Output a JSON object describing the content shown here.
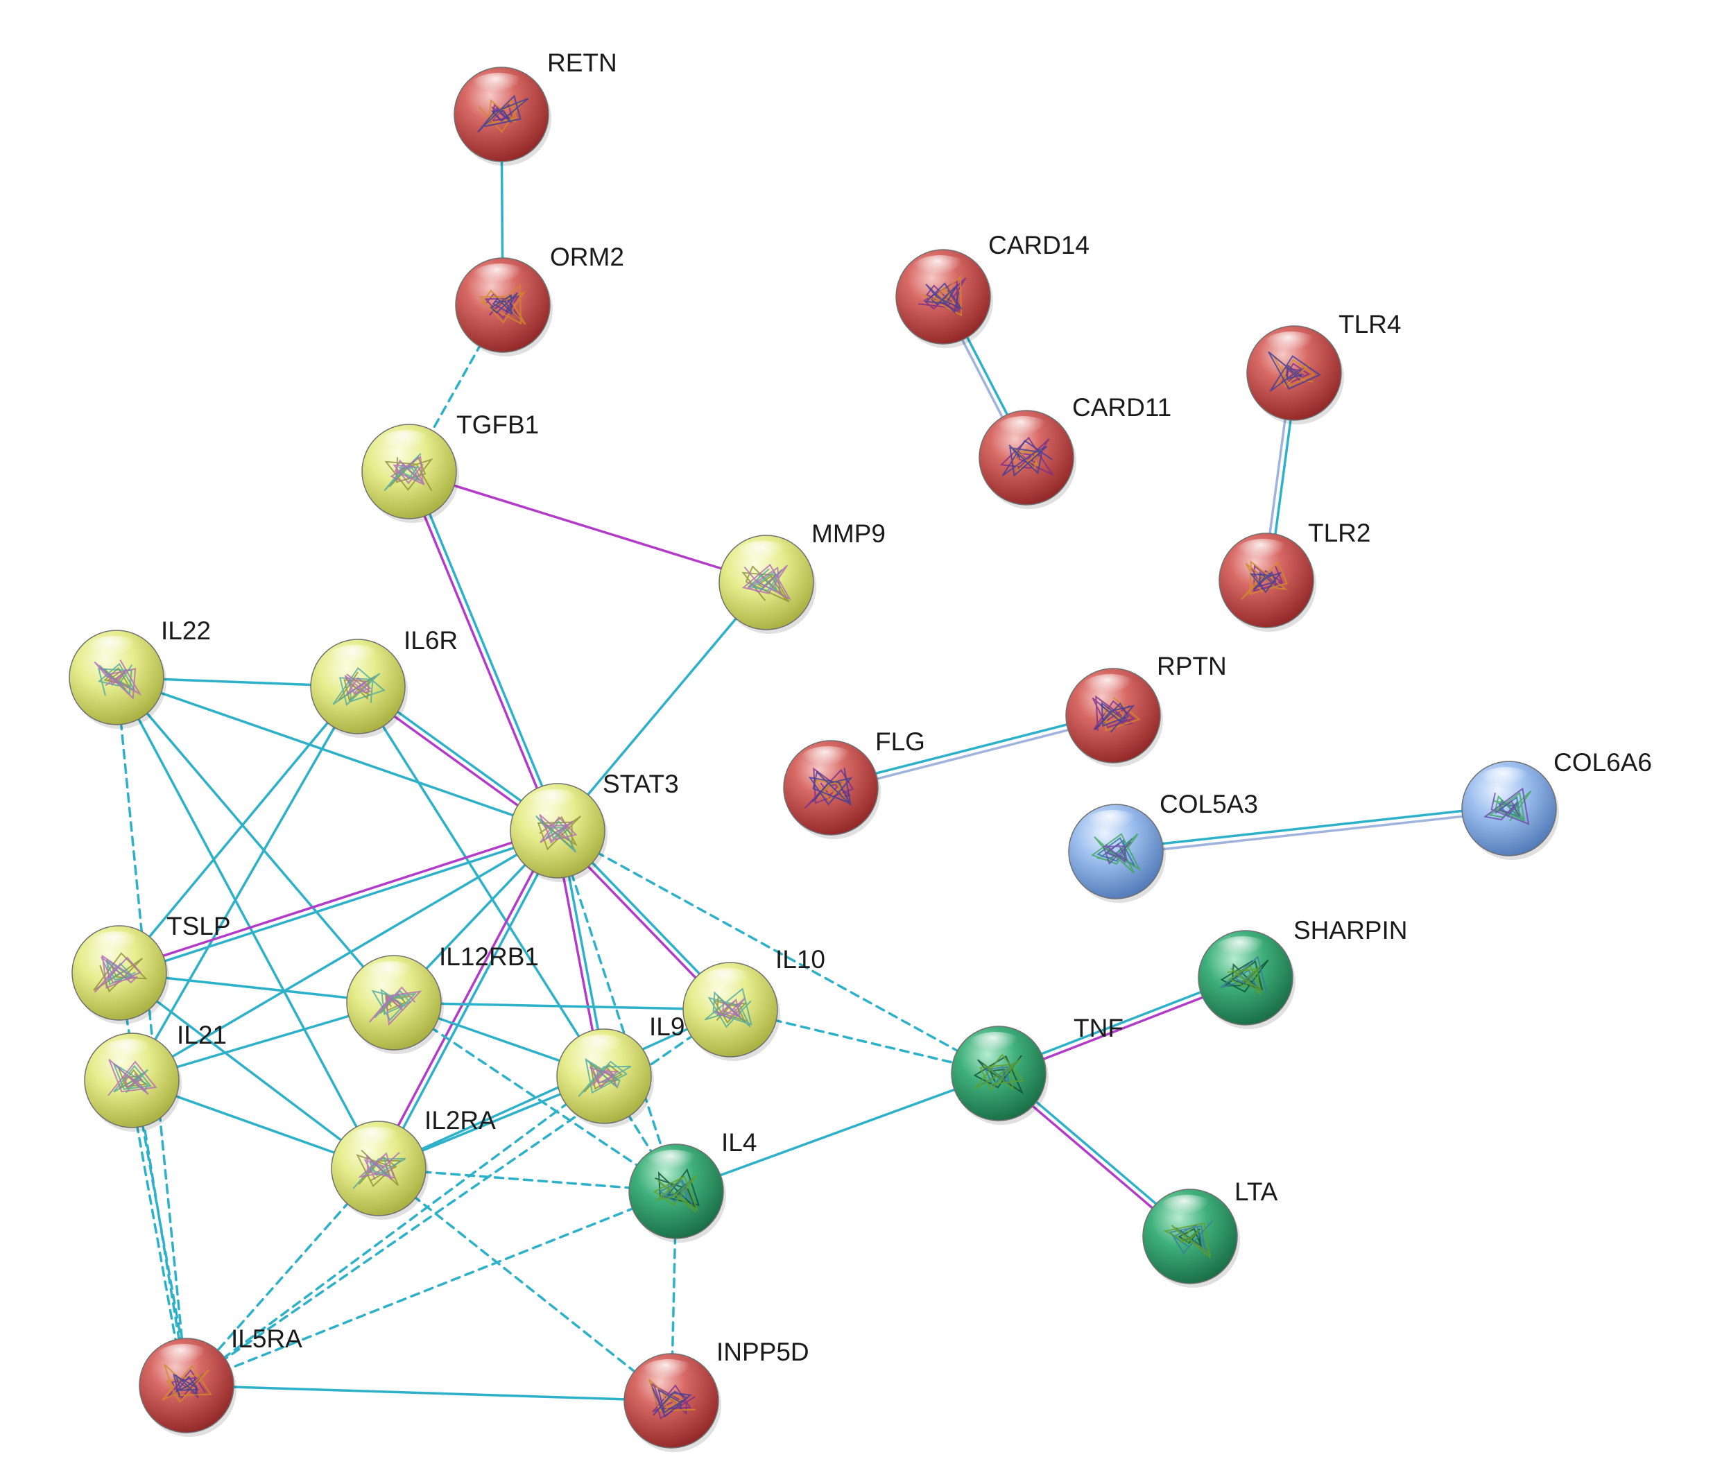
{
  "colors": {
    "red": "#c64545",
    "yellow": "#e3ea80",
    "green": "#2e9c6a",
    "blue": "#86aee6",
    "known_interaction": "#2cb1c9",
    "experimental": "#b23cc8",
    "neighborhood": "#2cb1c9"
  },
  "nodes": [
    {
      "id": "RETN",
      "label": "RETN",
      "color": "red"
    },
    {
      "id": "ORM2",
      "label": "ORM2",
      "color": "red"
    },
    {
      "id": "CARD14",
      "label": "CARD14",
      "color": "red"
    },
    {
      "id": "CARD11",
      "label": "CARD11",
      "color": "red"
    },
    {
      "id": "TLR4",
      "label": "TLR4",
      "color": "red"
    },
    {
      "id": "TLR2",
      "label": "TLR2",
      "color": "red"
    },
    {
      "id": "TGFB1",
      "label": "TGFB1",
      "color": "yellow"
    },
    {
      "id": "MMP9",
      "label": "MMP9",
      "color": "yellow"
    },
    {
      "id": "IL22",
      "label": "IL22",
      "color": "yellow"
    },
    {
      "id": "IL6R",
      "label": "IL6R",
      "color": "yellow"
    },
    {
      "id": "RPTN",
      "label": "RPTN",
      "color": "red"
    },
    {
      "id": "FLG",
      "label": "FLG",
      "color": "red"
    },
    {
      "id": "COL6A6",
      "label": "COL6A6",
      "color": "blue"
    },
    {
      "id": "COL5A3",
      "label": "COL5A3",
      "color": "blue"
    },
    {
      "id": "STAT3",
      "label": "STAT3",
      "color": "yellow"
    },
    {
      "id": "TSLP",
      "label": "TSLP",
      "color": "yellow"
    },
    {
      "id": "IL12RB1",
      "label": "IL12RB1",
      "color": "yellow"
    },
    {
      "id": "IL10",
      "label": "IL10",
      "color": "yellow"
    },
    {
      "id": "SHARPIN",
      "label": "SHARPIN",
      "color": "green"
    },
    {
      "id": "TNF",
      "label": "TNF",
      "color": "green"
    },
    {
      "id": "IL21",
      "label": "IL21",
      "color": "yellow"
    },
    {
      "id": "IL9",
      "label": "IL9",
      "color": "yellow"
    },
    {
      "id": "IL2RA",
      "label": "IL2RA",
      "color": "yellow"
    },
    {
      "id": "IL4",
      "label": "IL4",
      "color": "green"
    },
    {
      "id": "LTA",
      "label": "LTA",
      "color": "green"
    },
    {
      "id": "IL5RA",
      "label": "IL5RA",
      "color": "red"
    },
    {
      "id": "INPP5D",
      "label": "INPP5D",
      "color": "red"
    }
  ],
  "edges": [
    {
      "from": "RETN",
      "to": "ORM2",
      "style": "solid",
      "double": false
    },
    {
      "from": "ORM2",
      "to": "TGFB1",
      "style": "dashed",
      "double": false
    },
    {
      "from": "CARD14",
      "to": "CARD11",
      "style": "solid",
      "double": true
    },
    {
      "from": "TLR4",
      "to": "TLR2",
      "style": "solid",
      "double": true
    },
    {
      "from": "TGFB1",
      "to": "MMP9",
      "style": "experimental",
      "double": false
    },
    {
      "from": "TGFB1",
      "to": "STAT3",
      "style": "mixed",
      "double": true
    },
    {
      "from": "MMP9",
      "to": "STAT3",
      "style": "solid",
      "double": false
    },
    {
      "from": "FLG",
      "to": "RPTN",
      "style": "solid",
      "double": true
    },
    {
      "from": "COL5A3",
      "to": "COL6A6",
      "style": "solid",
      "double": true
    },
    {
      "from": "IL22",
      "to": "IL6R",
      "style": "solid",
      "double": false
    },
    {
      "from": "IL22",
      "to": "STAT3",
      "style": "solid",
      "double": false
    },
    {
      "from": "IL22",
      "to": "IL12RB1",
      "style": "solid",
      "double": false
    },
    {
      "from": "IL22",
      "to": "IL2RA",
      "style": "solid",
      "double": false
    },
    {
      "from": "IL22",
      "to": "IL5RA",
      "style": "dashed",
      "double": false
    },
    {
      "from": "IL6R",
      "to": "STAT3",
      "style": "mixed",
      "double": true
    },
    {
      "from": "IL6R",
      "to": "TSLP",
      "style": "solid",
      "double": false
    },
    {
      "from": "IL6R",
      "to": "IL21",
      "style": "solid",
      "double": false
    },
    {
      "from": "IL6R",
      "to": "IL9",
      "style": "solid",
      "double": false
    },
    {
      "from": "STAT3",
      "to": "TSLP",
      "style": "mixed",
      "double": true
    },
    {
      "from": "STAT3",
      "to": "IL12RB1",
      "style": "solid",
      "double": false
    },
    {
      "from": "STAT3",
      "to": "IL10",
      "style": "mixed",
      "double": true
    },
    {
      "from": "STAT3",
      "to": "IL9",
      "style": "mixed",
      "double": true
    },
    {
      "from": "STAT3",
      "to": "IL21",
      "style": "solid",
      "double": false
    },
    {
      "from": "STAT3",
      "to": "IL2RA",
      "style": "mixed",
      "double": true
    },
    {
      "from": "STAT3",
      "to": "IL4",
      "style": "dashed",
      "double": false
    },
    {
      "from": "STAT3",
      "to": "TNF",
      "style": "dashed",
      "double": false
    },
    {
      "from": "TSLP",
      "to": "IL12RB1",
      "style": "solid",
      "double": false
    },
    {
      "from": "TSLP",
      "to": "IL2RA",
      "style": "solid",
      "double": false
    },
    {
      "from": "TSLP",
      "to": "IL5RA",
      "style": "dashed",
      "double": false
    },
    {
      "from": "IL12RB1",
      "to": "IL10",
      "style": "solid",
      "double": false
    },
    {
      "from": "IL12RB1",
      "to": "IL9",
      "style": "solid",
      "double": false
    },
    {
      "from": "IL12RB1",
      "to": "IL21",
      "style": "solid",
      "double": false
    },
    {
      "from": "IL12RB1",
      "to": "IL4",
      "style": "dashed",
      "double": false
    },
    {
      "from": "IL10",
      "to": "TNF",
      "style": "dashed",
      "double": false
    },
    {
      "from": "IL10",
      "to": "IL2RA",
      "style": "solid",
      "double": false
    },
    {
      "from": "IL10",
      "to": "IL5RA",
      "style": "dashed",
      "double": false
    },
    {
      "from": "IL21",
      "to": "IL2RA",
      "style": "solid",
      "double": false
    },
    {
      "from": "IL21",
      "to": "IL5RA",
      "style": "dashed",
      "double": true
    },
    {
      "from": "IL9",
      "to": "IL2RA",
      "style": "solid",
      "double": false
    },
    {
      "from": "IL9",
      "to": "IL4",
      "style": "dashed",
      "double": false
    },
    {
      "from": "IL9",
      "to": "IL5RA",
      "style": "dashed",
      "double": false
    },
    {
      "from": "IL2RA",
      "to": "IL4",
      "style": "dashed",
      "double": false
    },
    {
      "from": "IL2RA",
      "to": "IL5RA",
      "style": "dashed",
      "double": false
    },
    {
      "from": "IL2RA",
      "to": "INPP5D",
      "style": "dashed",
      "double": false
    },
    {
      "from": "IL4",
      "to": "TNF",
      "style": "solid",
      "double": false
    },
    {
      "from": "IL4",
      "to": "IL5RA",
      "style": "dashed",
      "double": false
    },
    {
      "from": "IL4",
      "to": "INPP5D",
      "style": "dashed",
      "double": false
    },
    {
      "from": "IL5RA",
      "to": "INPP5D",
      "style": "solid",
      "double": false
    },
    {
      "from": "TNF",
      "to": "SHARPIN",
      "style": "mixed",
      "double": true
    },
    {
      "from": "TNF",
      "to": "LTA",
      "style": "mixed",
      "double": true
    }
  ]
}
